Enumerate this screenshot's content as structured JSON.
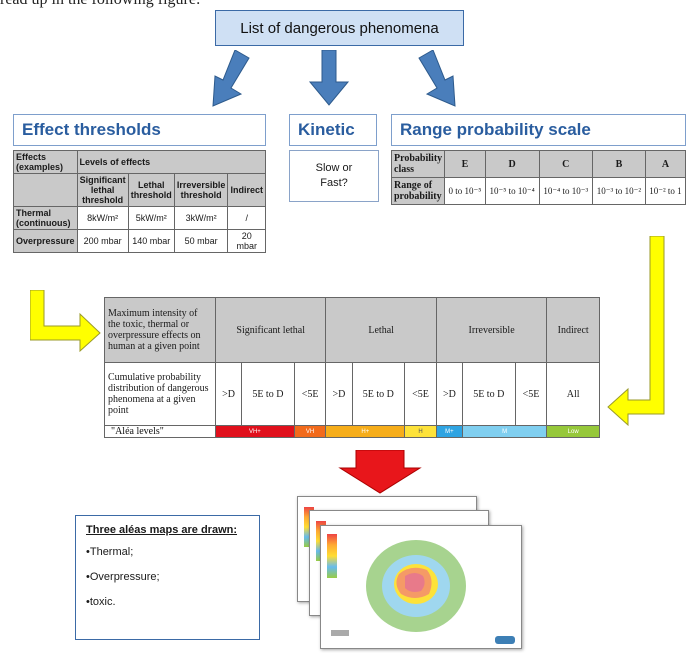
{
  "top_text": "read up in the following figure:",
  "title": "List of dangerous phenomena",
  "effect_thresholds": {
    "heading": "Effect thresholds",
    "col_effects": "Effects (examples)",
    "col_levels": "Levels of effects",
    "sub_headers": [
      "Significant lethal threshold",
      "Lethal threshold",
      "Irreversible threshold",
      "Indirect"
    ],
    "rows": [
      {
        "label": "Thermal (continuous)",
        "values": [
          "8kW/m²",
          "5kW/m²",
          "3kW/m²",
          "/"
        ]
      },
      {
        "label": "Overpressure",
        "values": [
          "200 mbar",
          "140 mbar",
          "50 mbar",
          "20 mbar"
        ]
      }
    ]
  },
  "kinetic": {
    "heading": "Kinetic",
    "line1": "Slow or",
    "line2": "Fast?"
  },
  "range_scale": {
    "heading": "Range probability scale",
    "row1_label": "Probability class",
    "classes": [
      "E",
      "D",
      "C",
      "B",
      "A"
    ],
    "row2_label": "Range of probability",
    "ranges": [
      "0 to 10⁻⁵",
      "10⁻⁵ to 10⁻⁴",
      "10⁻⁴ to 10⁻³",
      "10⁻³ to 10⁻²",
      "10⁻² to 1"
    ]
  },
  "matrix": {
    "header_label": "Maximum intensity of the toxic, thermal or overpressure effects on human at a given point",
    "groups": [
      "Significant lethal",
      "Lethal",
      "Irreversible",
      "Indirect"
    ],
    "row_label": "Cumulative probability distribution of dangerous phenomena at a given point",
    "cells": [
      ">D",
      "5E to D",
      "<5E",
      ">D",
      "5E to D",
      "<5E",
      ">D",
      "5E to D",
      "<5E",
      "All"
    ],
    "alea_label": "\"Aléa levels\"",
    "levels": [
      "VH+",
      "VH",
      "H+",
      "H",
      "M+",
      "M",
      "Low"
    ],
    "level_colors": [
      "#e0101c",
      "#f26a1b",
      "#f6ad1a",
      "#fde23a",
      "#2fa4e2",
      "#80cff0",
      "#96c83a"
    ]
  },
  "maps": {
    "title": "Three aléas maps are drawn:",
    "items": [
      "•Thermal;",
      "•Overpressure;",
      "•toxic."
    ]
  },
  "colors": {
    "blue_arrow": "#4a7ebb",
    "yellow_arrow": "#ffff00",
    "red_arrow": "#e8161b",
    "heading_blue": "#2a5d9f"
  }
}
